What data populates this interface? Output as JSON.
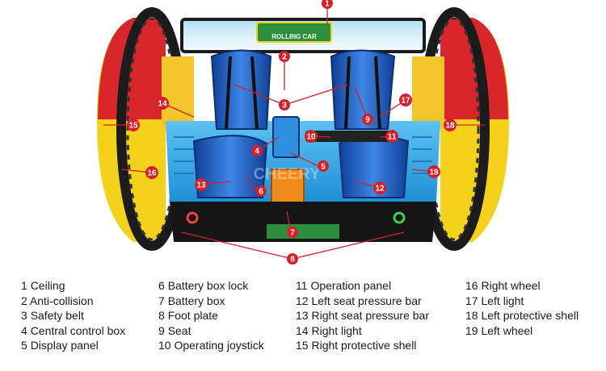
{
  "logo": {
    "text": "ROLLING CAR"
  },
  "watermark": {
    "text": "CHEERY"
  },
  "colors": {
    "callout": "#d4202a",
    "wheel_red": "#d8262b",
    "wheel_yellow": "#f4d21c",
    "seat_blue": "#1f5fc4",
    "base_blue": "#35a9e8",
    "frame_black": "#1b1b1b"
  },
  "callouts": [
    "1",
    "2",
    "3",
    "4",
    "5",
    "6",
    "7",
    "8",
    "9",
    "10",
    "11",
    "12",
    "13",
    "14",
    "15",
    "16",
    "17",
    "18",
    "19"
  ],
  "legend": [
    {
      "num": "1",
      "label": "Ceiling"
    },
    {
      "num": "2",
      "label": "Anti-collision"
    },
    {
      "num": "3",
      "label": "Safety belt"
    },
    {
      "num": "4",
      "label": "Central control box"
    },
    {
      "num": "5",
      "label": "Display panel"
    },
    {
      "num": "6",
      "label": "Battery box lock"
    },
    {
      "num": "7",
      "label": "Battery box"
    },
    {
      "num": "8",
      "label": "Foot plate"
    },
    {
      "num": "9",
      "label": "Seat"
    },
    {
      "num": "10",
      "label": "Operating joystick"
    },
    {
      "num": "11",
      "label": "Operation panel"
    },
    {
      "num": "12",
      "label": "Left seat pressure bar"
    },
    {
      "num": "13",
      "label": "Right seat pressure bar"
    },
    {
      "num": "14",
      "label": "Right light"
    },
    {
      "num": "15",
      "label": "Right protective shell"
    },
    {
      "num": "16",
      "label": "Right wheel"
    },
    {
      "num": "17",
      "label": "Left light"
    },
    {
      "num": "18",
      "label": "Left protective shell"
    },
    {
      "num": "19",
      "label": "Left wheel"
    }
  ]
}
